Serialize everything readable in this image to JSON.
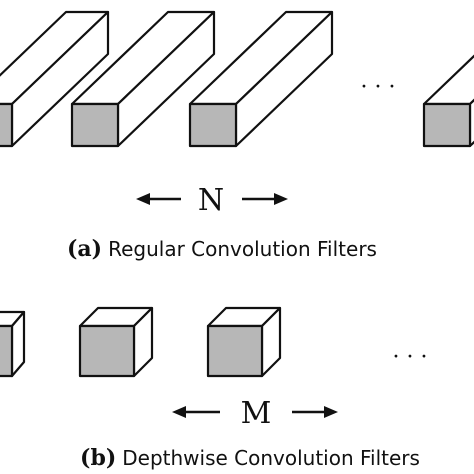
{
  "panel_a": {
    "dimension_label": "N",
    "ellipsis": "· · ·",
    "caption_label": "(a)",
    "caption_text": "Regular Convolution Filters"
  },
  "panel_b": {
    "dimension_label": "M",
    "ellipsis": "· · ·",
    "caption_label": "(b)",
    "caption_text": "Depthwise Convolution Filters"
  },
  "colors": {
    "front_face": "#b7b7b7",
    "outline": "#111111",
    "background": "#ffffff"
  }
}
